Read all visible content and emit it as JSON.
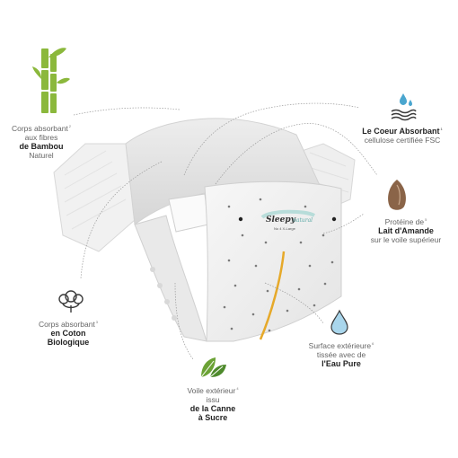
{
  "brand": {
    "logo_text": "Sleepy",
    "logo_sub": "natural",
    "size_text": "No 4 X-Large"
  },
  "colors": {
    "bamboo": "#8bb83c",
    "almond": "#8a6448",
    "water": "#4aa6cf",
    "leaf": "#6ba235",
    "stripe": "#e6a92a",
    "outline": "#3b3b3b"
  },
  "features": {
    "bamboo": {
      "line1": "Corps absorbant",
      "line2": "aux fibres",
      "bold": "de Bambou",
      "line3": "Naturel",
      "note": "2",
      "icon": "bamboo-icon"
    },
    "core": {
      "bold": "Le Coeur Absorbant",
      "line1": "cellulose certifiée FSC",
      "note": "1",
      "icon": "droplets-icon"
    },
    "almond": {
      "line1": "Protéine de",
      "bold": "Lait d'Amande",
      "line2": "sur le voile supérieur",
      "note": "5",
      "icon": "almond-icon"
    },
    "cotton": {
      "line1": "Corps absorbant",
      "bold1": "en Coton",
      "bold2": "Biologique",
      "note": "3",
      "icon": "cotton-icon"
    },
    "water": {
      "line1": "Surface extérieure",
      "line2": "tissée avec de",
      "bold": "l'Eau Pure",
      "note": "6",
      "icon": "water-drop-icon"
    },
    "sugarcane": {
      "line1": "Voile extérieur",
      "line2": "issu",
      "bold1": "de la Canne",
      "bold2": "à Sucre",
      "note": "4",
      "icon": "leaves-icon"
    }
  }
}
